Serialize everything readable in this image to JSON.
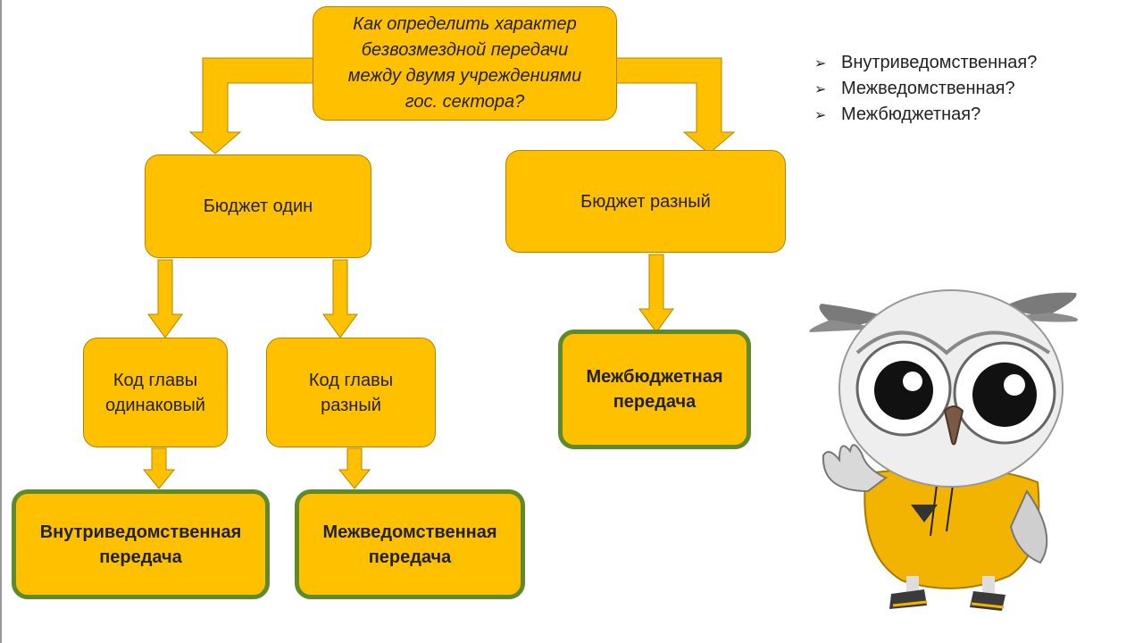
{
  "question": "Как определить характер\nбезвозмездной передачи\nмежду двумя учреждениями\nгос. сектора?",
  "branch_same_budget": "Бюджет один",
  "branch_diff_budget": "Бюджет разный",
  "chapter_same": "Код главы\nодинаковый",
  "chapter_diff": "Код главы\nразный",
  "result_intra": "Внутриведомственная\nпередача",
  "result_inter": "Межведомственная\nпередача",
  "result_budget": "Межбюджетная\nпередача",
  "bullets": [
    {
      "marker": "➢",
      "text": "Внутриведомственная?"
    },
    {
      "marker": "➢",
      "text": "Межведомственная?"
    },
    {
      "marker": "➢",
      "text": "Межбюджетная?"
    }
  ],
  "colors": {
    "box_fill": "#ffc000",
    "result_border": "#5e8a2c"
  },
  "illustration": "owl-mascot-in-yellow-hoodie"
}
